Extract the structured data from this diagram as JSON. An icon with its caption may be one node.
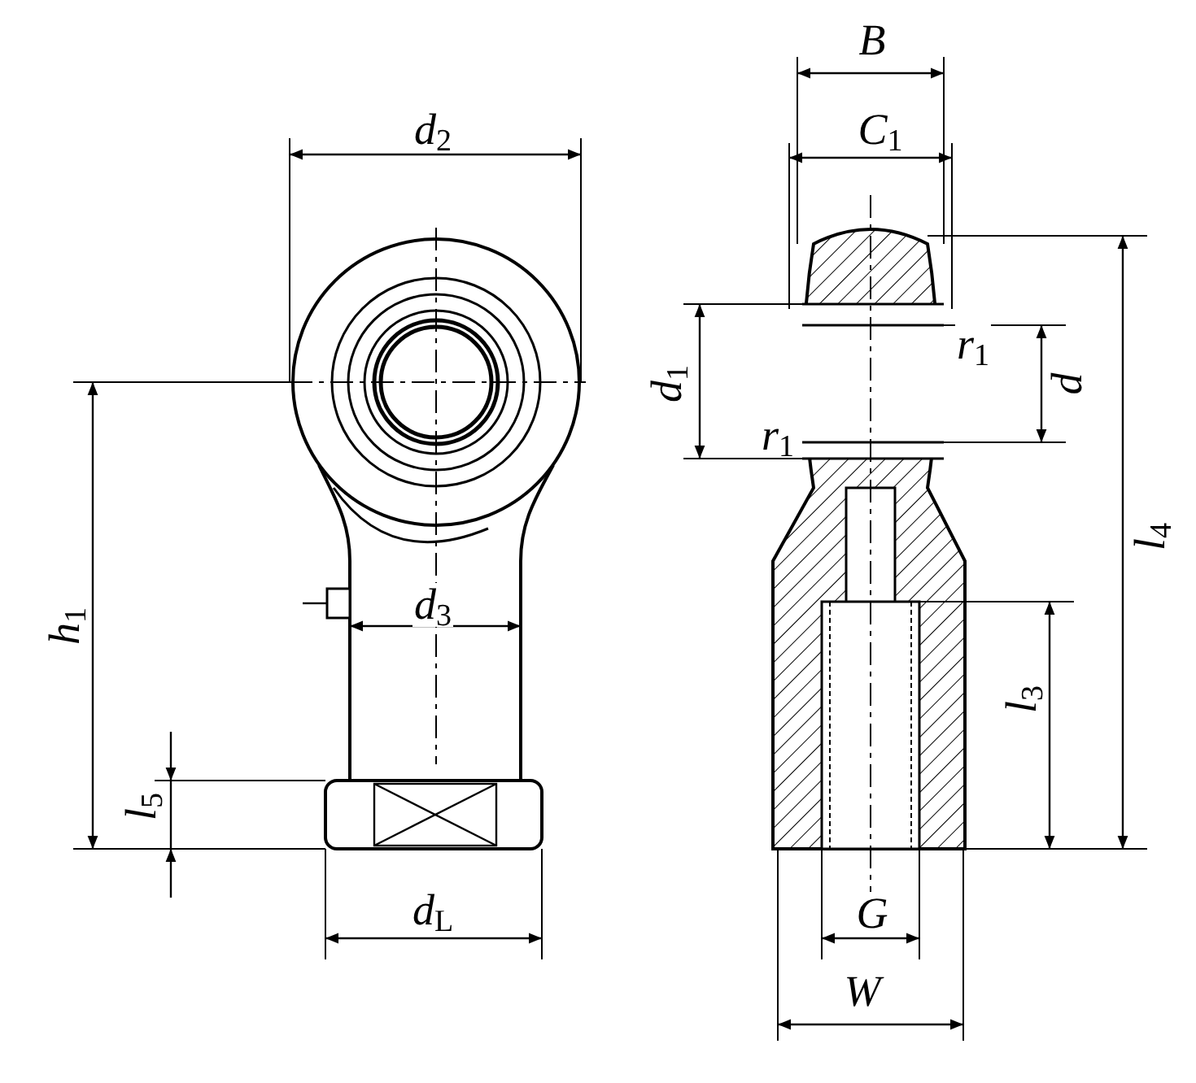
{
  "diagram": {
    "labels": [
      "B$_{}$",
      "C$_{1}$",
      "d$_{2}$",
      "r$_{1}$",
      "d$_{1}$",
      "d$_{}$",
      "l$_{4}$",
      "h$_{1}$",
      "r$_{1}$",
      "d$_{3}$",
      "l$_{3}$",
      "l$_{5}$",
      "d$_{L}$",
      "G$_{}$",
      "W$_{}$"
    ]
  }
}
